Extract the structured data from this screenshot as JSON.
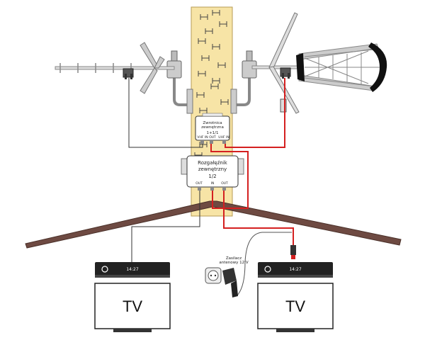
{
  "switch": {
    "line1": "Zwrotnica",
    "line2": "zewnętrzna",
    "line3": "1+1/1",
    "ports": [
      "VHF IN",
      "OUT",
      "UHF IN"
    ]
  },
  "splitter": {
    "line1": "Rozgałęźnik",
    "line2": "zewnętrzny",
    "line3": "1/2",
    "ports": [
      "OUT",
      "IN",
      "OUT"
    ]
  },
  "power_supply": {
    "line1": "Zasilacz",
    "line2": "antenowy 12 V"
  },
  "receivers": [
    {
      "clock": "14:27",
      "tv_label": "TV"
    },
    {
      "clock": "14:27",
      "tv_label": "TV"
    }
  ],
  "colors": {
    "mast": "#f7e4a6",
    "roof": "#6e4a42",
    "signal_cable": "#d42020",
    "coax_cable": "#333333",
    "decoder": "#222222"
  }
}
